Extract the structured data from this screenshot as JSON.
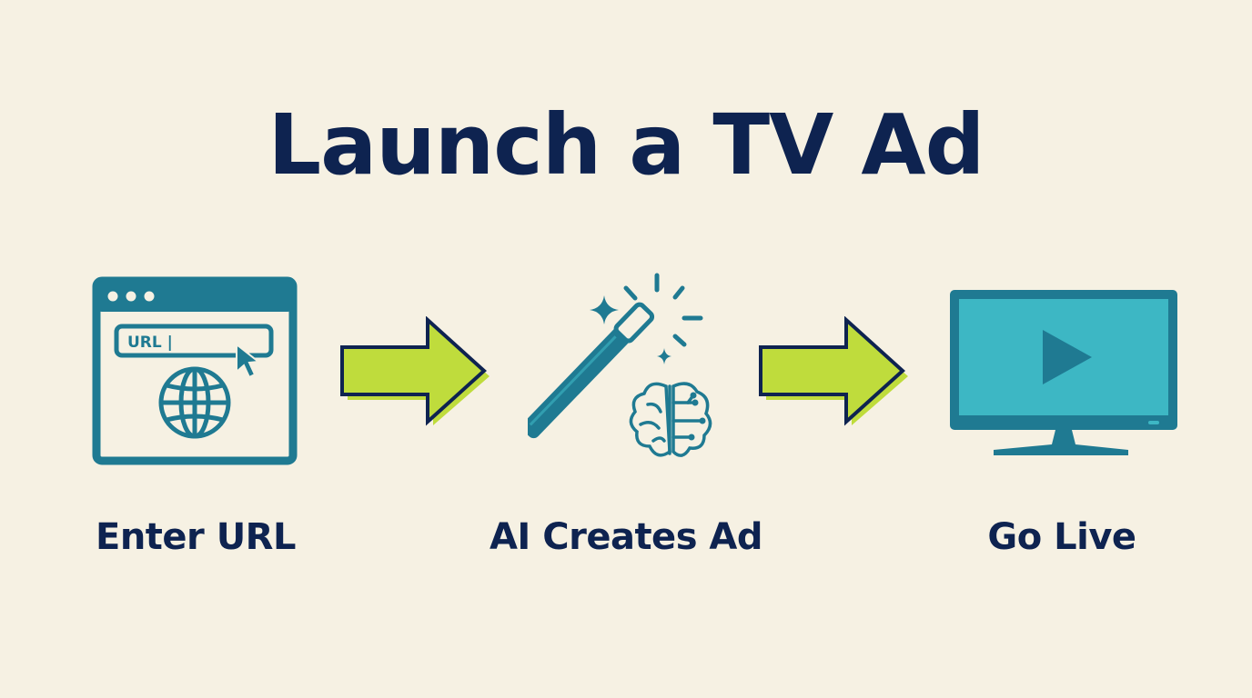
{
  "title": "Launch a TV Ad",
  "colors": {
    "background": "#f6f1e3",
    "navy": "#0e2350",
    "teal": "#1f7a92",
    "screen_teal": "#3db7c4",
    "lime": "#bfdc3c"
  },
  "steps": [
    {
      "label": "Enter URL",
      "icon": "browser-url-icon",
      "url_field_text": "URL |"
    },
    {
      "label": "AI Creates Ad",
      "icon": "magic-wand-brain-icon"
    },
    {
      "label": "Go Live",
      "icon": "tv-play-icon"
    }
  ],
  "arrows": [
    {
      "icon": "right-arrow-icon"
    },
    {
      "icon": "right-arrow-icon"
    }
  ]
}
